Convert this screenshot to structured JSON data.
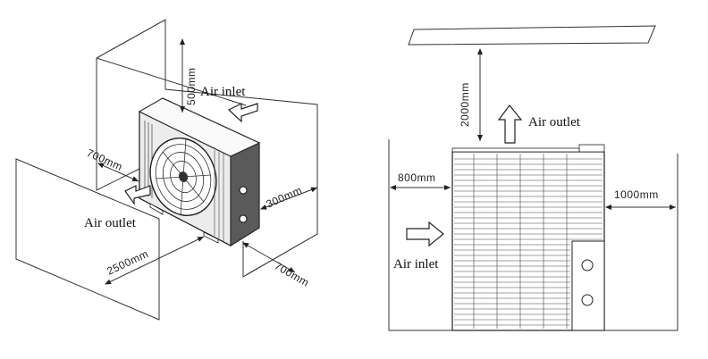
{
  "left_diagram": {
    "dim_top": "500mm",
    "dim_left": "700mm",
    "dim_right": "300mm",
    "dim_front": "2500mm",
    "dim_bottom_right": "700mm",
    "label_inlet": "Air inlet",
    "label_outlet": "Air outlet"
  },
  "right_diagram": {
    "dim_top": "2000mm",
    "dim_left": "800mm",
    "dim_right": "1000mm",
    "label_outlet": "Air outlet",
    "label_inlet": "Air inlet"
  }
}
